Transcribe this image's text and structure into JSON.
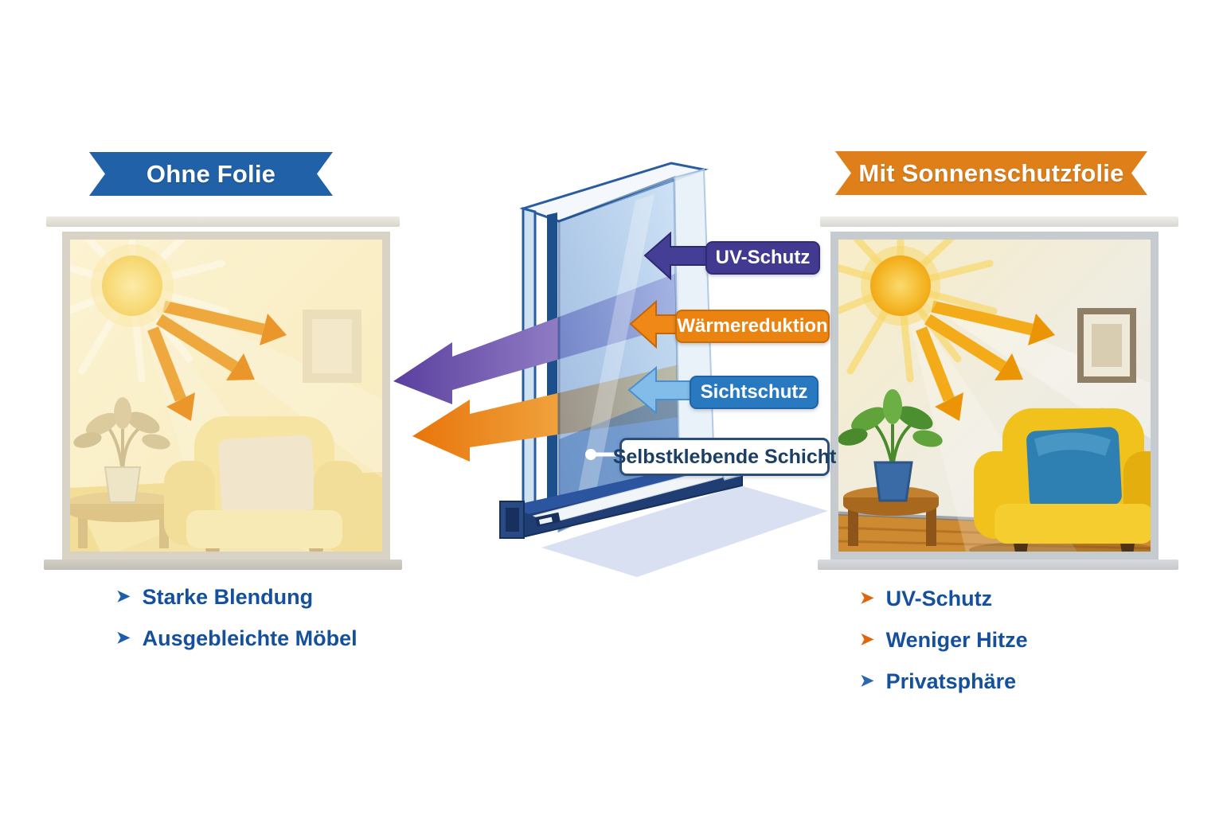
{
  "left_panel": {
    "banner": "Ohne Folie",
    "banner_bg": "#2161a7",
    "bullets": [
      {
        "text": "Starke Blendung",
        "marker": "➤",
        "marker_color": "#1d5fae"
      },
      {
        "text": "Ausgebleichte Möbel",
        "marker": "➤",
        "marker_color": "#1d5fae"
      }
    ]
  },
  "right_panel": {
    "banner": "Mit Sonnenschutzfolie",
    "banner_bg": "#df7f1a",
    "bullets": [
      {
        "text": "UV-Schutz",
        "marker": "➤",
        "marker_color": "#e2650b"
      },
      {
        "text": "Weniger Hitze",
        "marker": "➤",
        "marker_color": "#e2650b"
      },
      {
        "text": "Privatsphäre",
        "marker": "➤",
        "marker_color": "#2a66b2"
      }
    ]
  },
  "diagram": {
    "labels": [
      {
        "text": "UV-Schutz",
        "bg": "#413a90",
        "fg": "#ffffff"
      },
      {
        "text": "Wärmereduktion",
        "bg": "#ea830f",
        "fg": "#ffffff"
      },
      {
        "text": "Sichtschutz",
        "bg": "#2879c0",
        "fg": "#ffffff"
      },
      {
        "text": "Selbstklebende Schicht",
        "bg": "#ffffff",
        "fg": "#1c3f66"
      }
    ]
  }
}
